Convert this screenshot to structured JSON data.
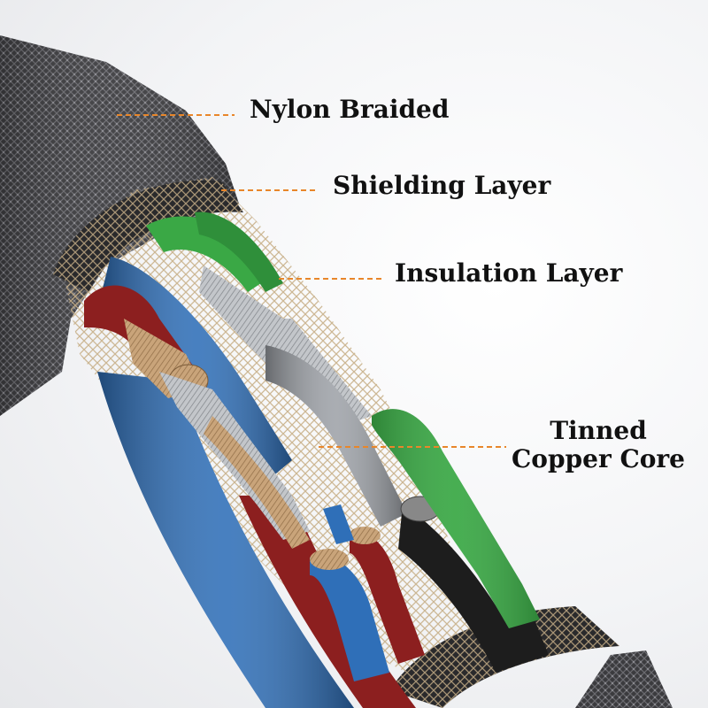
{
  "labels": {
    "nylon": "Nylon Braided",
    "shielding": "Shielding Layer",
    "insulation": "Insulation Layer",
    "tinned_line1": "Tinned",
    "tinned_line2": "Copper Core"
  },
  "colors": {
    "leader": "#e8862a",
    "braid": "#3a3a3c",
    "green_wire": "#3aa845",
    "blue_wire": "#2f6fb8",
    "red_wire": "#8c1f1f",
    "black_wire": "#1d1d1d",
    "copper": "#c9a47a",
    "tinned": "#b9bcc0"
  }
}
